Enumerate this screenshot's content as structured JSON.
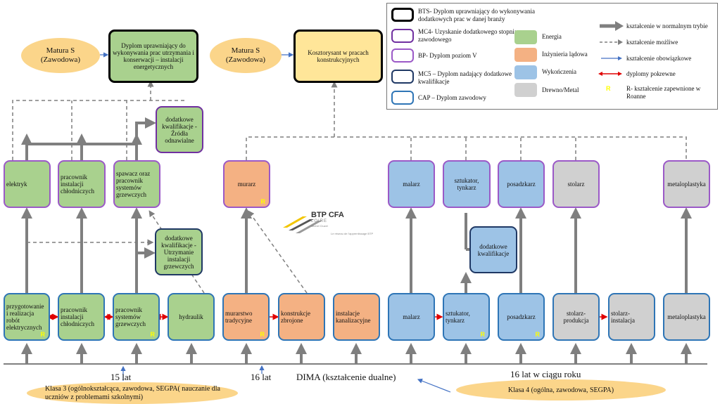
{
  "top": {
    "matura1": "Matura S (Zawodowa)",
    "dyplom": "Dyplom uprawniający do wykonywania prac utrzymania i konserwacji – instalacji energetycznych",
    "matura2": "Matura S (Zawodowa)",
    "kosztorysant": "Kosztorysant w pracach konstrukcyjnych"
  },
  "mc": {
    "zrodla": "dodatkowe kwalifikacje - Źródła odnawialne",
    "utrzymanie": "dodatkowe kwalifikacje - Utrzymanie instalacji grzewczych",
    "dodatkowe": "dodatkowe kwalifikacje"
  },
  "bp": [
    "elektryk",
    "pracownik instalacji chłodniczych",
    "spawacz oraz pracownik systemów grzewczych",
    "murarz",
    "malarz",
    "sztukator, tynkarz",
    "posadzkarz",
    "stolarz",
    "metaloplastyka"
  ],
  "cap": [
    "przygotowanie i realizacja robót elektrycznych",
    "pracownik instalacji chłodniczych",
    "pracownik systemów grzewczych",
    "hydraulik",
    "murarstwo tradycyjne",
    "konstrukcje zbrojone",
    "instalacje kanalizacyjne",
    "malarz",
    "sztukator, tynkarz",
    "posadzkarz",
    "stolarz-produkcja",
    "stolarz-instalacja",
    "metaloplastyka"
  ],
  "r_mark": "R",
  "legend": {
    "bts": "BTS- Dyplom uprawniający do wykonywania dodatkowych prac w danej branży",
    "mc4": "MC4- Uzyskanie dodatkowego stopnia zawodowego",
    "bp": "BP- Dyplom poziom V",
    "mc5": "MC5 – Dyplom nadający dodatkowe kwalifikacje",
    "cap": "CAP – Dyplom zawodowy",
    "energia": "Energia",
    "inzynieria": "Inżynieria lądowa",
    "wykonczenia": "Wykończenia",
    "drewno": "Drewno/Metal",
    "normal": "kształcenie w normalnym trybie",
    "mozliwe": "kształcenie możliwe",
    "obowiazkowe": "kształcenie obowiązkowe",
    "pokrewne": "dyplomy pokrewne",
    "r_text": "R- kształcenie zapewnione w Roanne",
    "r_letter": "R"
  },
  "logo": {
    "name": "BTP CFA",
    "sub1": "LOIRE",
    "sub2": "Michel Cluzel",
    "tagline": "Le réseau de l'apprentissage BTP"
  },
  "bottom": {
    "lat15": "15 lat",
    "lat16": "16 lat",
    "dima": "DIMA (kształcenie dualne)",
    "lat16roku": "16 lat w ciągu roku",
    "klasa3": "Klasa 3 (ogólnokształcąca, zawodowa, SEGPA( nauczanie dla uczniów z problemami szkolnymi)",
    "klasa4": "Klasa 4 (ogólna, zawodowa, SEGPA)"
  },
  "colors": {
    "energia": "#a9d18e",
    "inzynieria": "#f4b183",
    "wykonczenia": "#9dc3e6",
    "drewno": "#d0d0d0",
    "kosztorysant": "#ffe699",
    "oval": "#fbd58a"
  }
}
